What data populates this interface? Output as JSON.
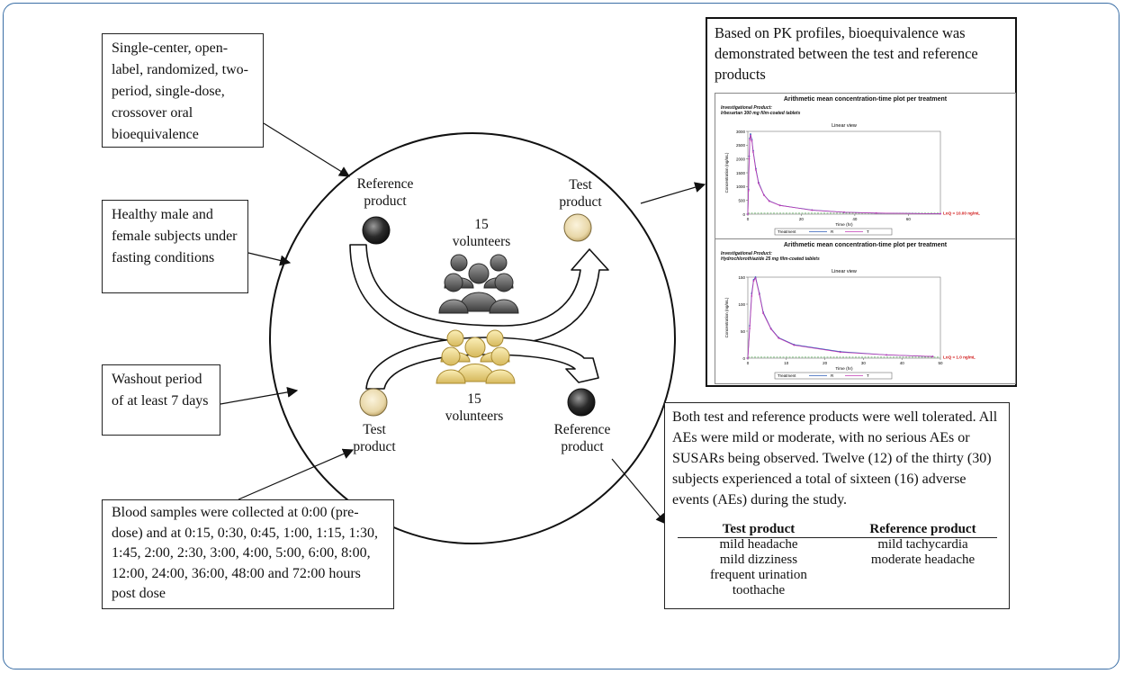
{
  "design_box": {
    "text": "Single-center, open-label, randomized, two-period, single-dose, crossover oral bioequivalence"
  },
  "subjects_box": {
    "text": "Healthy male and female subjects under fasting conditions"
  },
  "washout_box": {
    "text": "Washout period of at least 7 days"
  },
  "blood_box": {
    "text": "Blood samples were collected at 0:00 (pre-dose) and at 0:15, 0:30, 0:45, 1:00, 1:15, 1:30, 1:45, 2:00, 2:30, 3:00, 4:00, 5:00, 6:00, 8:00, 12:00, 24:00, 36:00, 48:00 and 72:00 hours post dose"
  },
  "circle": {
    "top_left_label": "Reference\nproduct",
    "top_right_label": "Test\nproduct",
    "top_volunteers": "15\nvolunteers",
    "bottom_left_label": "Test\nproduct",
    "bottom_right_label": "Reference\nproduct",
    "bottom_volunteers": "15\nvolunteers",
    "colors": {
      "reference_pill": "#2b2b2b",
      "test_pill": "#e8d7a8",
      "group_gray": "#555555",
      "group_gold": "#e6cf7a"
    }
  },
  "pk_box": {
    "title": "Based on PK profiles, bioequivalence was demonstrated between the test and reference products",
    "plots": [
      {
        "title": "Arithmetic mean concentration-time plot per treatment",
        "sub1": "Investigational Product:",
        "sub2": "Irbesartan 300 mg film-coated tablets",
        "view": "Linear view",
        "ylabel": "Concentration (ng/mL)",
        "xlabel": "Time (hr)",
        "loq": "LoQ = 10.00 ng/mL",
        "legend": "Treatment",
        "legend_r": "R",
        "legend_t": "T",
        "yticks": [
          "3000",
          "2500",
          "2000",
          "1500",
          "1000",
          "500",
          "0"
        ],
        "xticks": [
          "0",
          "20",
          "40",
          "60"
        ]
      },
      {
        "title": "Arithmetic mean concentration-time plot per treatment",
        "sub1": "Investigational Product:",
        "sub2": "Hydrochlorothiazide 25 mg film-coated tablets",
        "view": "Linear view",
        "ylabel": "Concentration (ng/mL)",
        "xlabel": "Time (hr)",
        "loq": "LoQ = 1.0 ng/mL",
        "legend": "Treatment",
        "legend_r": "R",
        "legend_t": "T",
        "yticks": [
          "150",
          "100",
          "50",
          "0"
        ],
        "xticks": [
          "0",
          "10",
          "20",
          "30",
          "40",
          "50"
        ]
      }
    ]
  },
  "ae_box": {
    "text": "Both test and reference products were well tolerated. All AEs were mild or moderate, with no serious AEs or SUSARs being observed. Twelve (12) of the thirty (30) subjects experienced a total of sixteen (16) adverse events (AEs) during the study.",
    "test_header": "Test product",
    "reference_header": "Reference product",
    "test_events": [
      "mild headache",
      "mild dizziness",
      "frequent urination",
      "toothache"
    ],
    "reference_events": [
      "mild tachycardia",
      "moderate headache"
    ]
  },
  "chart_data": [
    {
      "type": "line",
      "title": "Arithmetic mean concentration-time plot per treatment",
      "xlabel": "Time (hr)",
      "ylabel": "Concentration (ng/mL)",
      "xlim": [
        0,
        72
      ],
      "ylim": [
        0,
        3000
      ],
      "x": [
        0,
        0.25,
        0.5,
        0.75,
        1,
        1.5,
        2,
        3,
        4,
        6,
        8,
        12,
        24,
        36,
        48,
        72
      ],
      "series": [
        {
          "name": "R",
          "values": [
            0,
            900,
            2100,
            2750,
            2900,
            2700,
            2300,
            1650,
            1150,
            700,
            480,
            320,
            150,
            70,
            40,
            15
          ]
        },
        {
          "name": "T",
          "values": [
            0,
            850,
            2000,
            2700,
            2850,
            2650,
            2250,
            1600,
            1120,
            690,
            470,
            315,
            145,
            68,
            38,
            14
          ]
        }
      ],
      "annotations": [
        "LoQ = 10.00 ng/mL"
      ]
    },
    {
      "type": "line",
      "title": "Arithmetic mean concentration-time plot per treatment",
      "xlabel": "Time (hr)",
      "ylabel": "Concentration (ng/mL)",
      "xlim": [
        0,
        50
      ],
      "ylim": [
        0,
        150
      ],
      "x": [
        0,
        0.5,
        1,
        1.5,
        2,
        3,
        4,
        6,
        8,
        12,
        24,
        36,
        48
      ],
      "series": [
        {
          "name": "R",
          "values": [
            0,
            60,
            120,
            145,
            150,
            120,
            85,
            55,
            38,
            25,
            12,
            6,
            3
          ]
        },
        {
          "name": "T",
          "values": [
            0,
            55,
            115,
            143,
            148,
            118,
            83,
            54,
            37,
            24,
            11,
            6,
            3
          ]
        }
      ],
      "annotations": [
        "LoQ = 1.0 ng/mL"
      ]
    }
  ]
}
